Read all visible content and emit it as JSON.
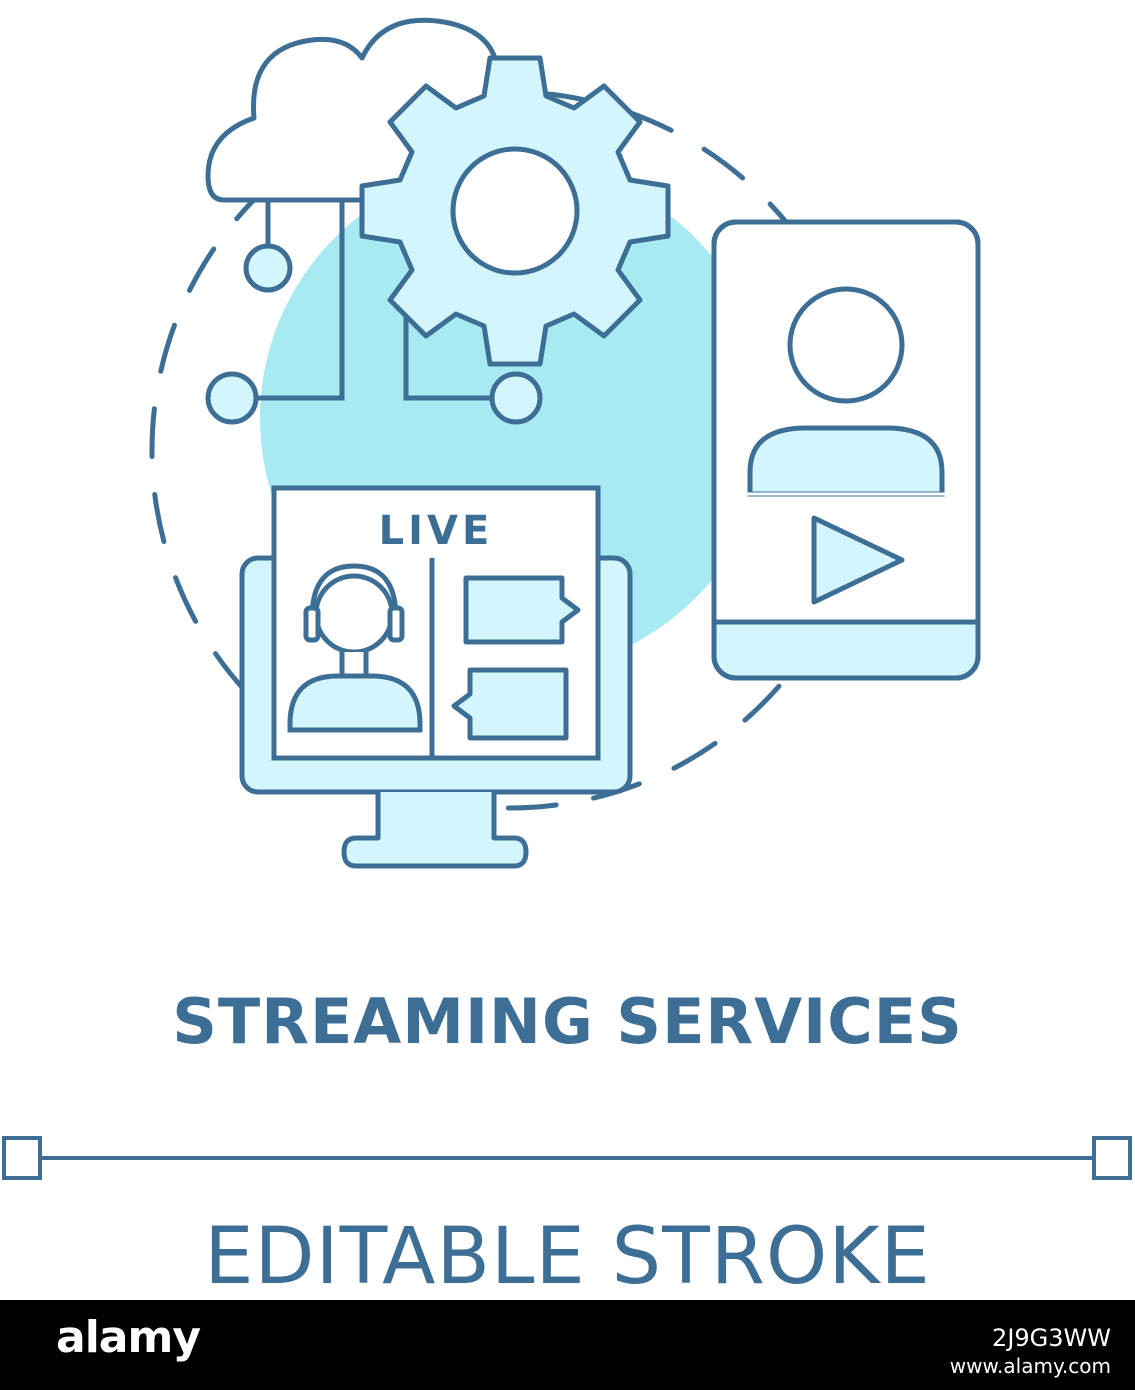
{
  "icon": {
    "title": "STREAMING SERVICES",
    "subtitle": "EDITABLE STROKE",
    "live_label": "LIVE",
    "stroke_color": "#3d6f96",
    "fill_light": "#d2f6fb",
    "fill_accent": "#a8eaf1",
    "icons": [
      "cloud-icon",
      "gear-icon",
      "smartphone-icon",
      "user-icon",
      "play-icon",
      "monitor-icon",
      "headset-user-icon",
      "chat-bubble-icon"
    ]
  },
  "banner": {
    "logo": "alamy",
    "image_id": "2J9G3WW",
    "url": "www.alamy.com"
  }
}
